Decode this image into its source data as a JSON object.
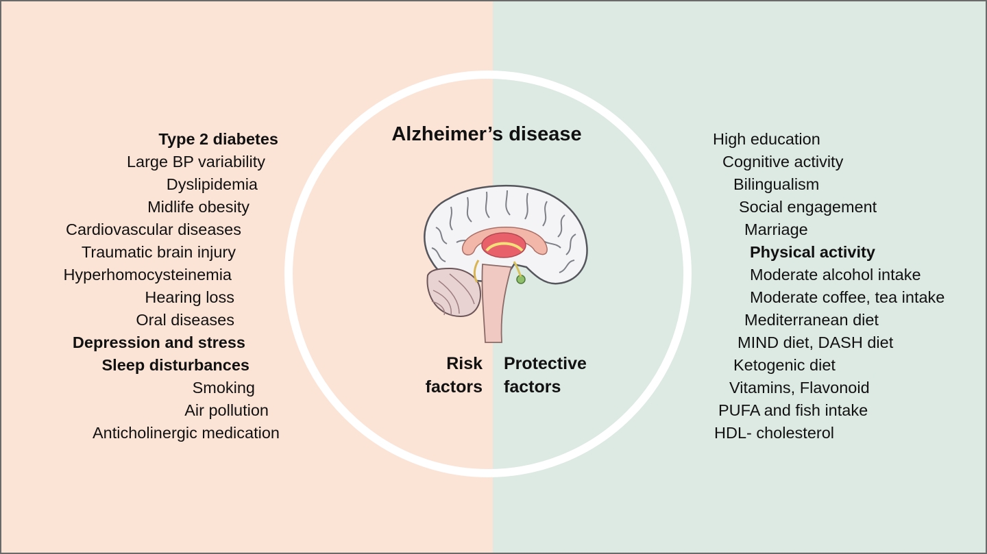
{
  "colors": {
    "risk_bg": "#fbe3d6",
    "protective_bg": "#dde9e3",
    "circle": "#ffffff"
  },
  "title": "Alzheimer’s disease",
  "captions": {
    "risk": [
      "Risk",
      "factors"
    ],
    "protective": [
      "Protective",
      "factors"
    ]
  },
  "risk_factors": [
    {
      "label": "Type 2 diabetes",
      "bold": true
    },
    {
      "label": "Large BP variability",
      "bold": false
    },
    {
      "label": "Dyslipidemia",
      "bold": false
    },
    {
      "label": "Midlife obesity",
      "bold": false
    },
    {
      "label": "Cardiovascular diseases",
      "bold": false
    },
    {
      "label": "Traumatic brain injury",
      "bold": false
    },
    {
      "label": "Hyperhomocysteinemia",
      "bold": false
    },
    {
      "label": "Hearing loss",
      "bold": false
    },
    {
      "label": "Oral diseases",
      "bold": false
    },
    {
      "label": "Depression and stress",
      "bold": true
    },
    {
      "label": "Sleep disturbances",
      "bold": true
    },
    {
      "label": "Smoking",
      "bold": false
    },
    {
      "label": "Air pollution",
      "bold": false
    },
    {
      "label": "Anticholinergic medication",
      "bold": false
    }
  ],
  "protective_factors": [
    {
      "label": "High education",
      "bold": false
    },
    {
      "label": "Cognitive activity",
      "bold": false
    },
    {
      "label": "Bilingualism",
      "bold": false
    },
    {
      "label": "Social engagement",
      "bold": false
    },
    {
      "label": "Marriage",
      "bold": false
    },
    {
      "label": "Physical activity",
      "bold": true
    },
    {
      "label": "Moderate alcohol intake",
      "bold": false
    },
    {
      "label": "Moderate coffee, tea intake",
      "bold": false
    },
    {
      "label": "Mediterranean diet",
      "bold": false
    },
    {
      "label": "MIND diet, DASH diet",
      "bold": false
    },
    {
      "label": "Ketogenic diet",
      "bold": false
    },
    {
      "label": "Vitamins, Flavonoid",
      "bold": false
    },
    {
      "label": "PUFA and fish intake",
      "bold": false
    },
    {
      "label": "HDL- cholesterol",
      "bold": false
    }
  ]
}
